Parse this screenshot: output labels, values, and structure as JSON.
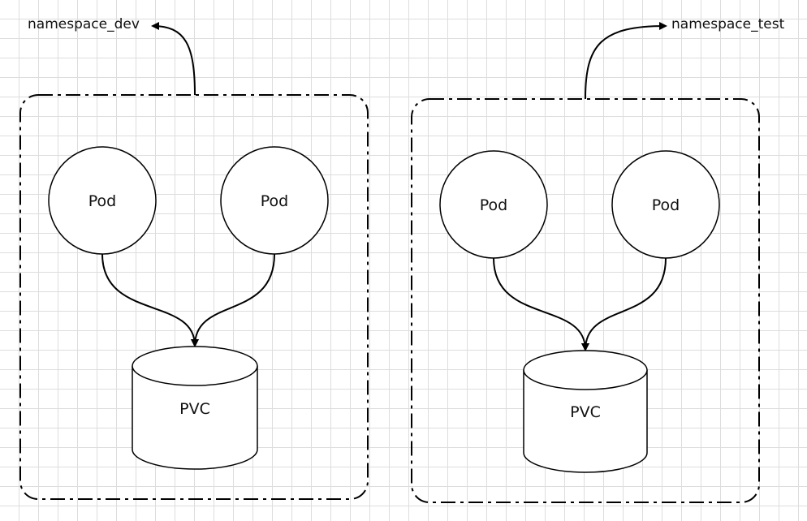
{
  "namespaces": [
    {
      "label": "namespace_dev",
      "pods": [
        {
          "label": "Pod"
        },
        {
          "label": "Pod"
        }
      ],
      "pvc": {
        "label": "PVC"
      }
    },
    {
      "label": "namespace_test",
      "pods": [
        {
          "label": "Pod"
        },
        {
          "label": "Pod"
        }
      ],
      "pvc": {
        "label": "PVC"
      }
    }
  ],
  "colors": {
    "stroke": "#000000",
    "fill": "#ffffff",
    "grid": "#dddddd"
  }
}
